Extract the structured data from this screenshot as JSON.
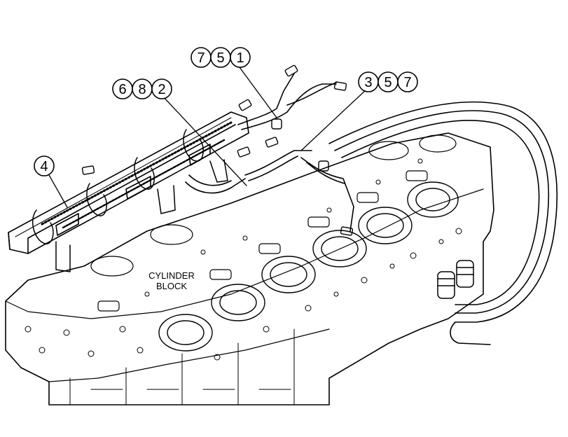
{
  "diagram": {
    "block_label": [
      "CYLINDER",
      "BLOCK"
    ],
    "callouts": [
      {
        "id": "group-751",
        "digits": [
          "7",
          "5",
          "1"
        ]
      },
      {
        "id": "group-682",
        "digits": [
          "6",
          "8",
          "2"
        ]
      },
      {
        "id": "group-357",
        "digits": [
          "3",
          "5",
          "7"
        ]
      },
      {
        "id": "single-4",
        "digits": [
          "4"
        ]
      }
    ],
    "colors": {
      "line": "#000000",
      "background": "#ffffff"
    }
  }
}
